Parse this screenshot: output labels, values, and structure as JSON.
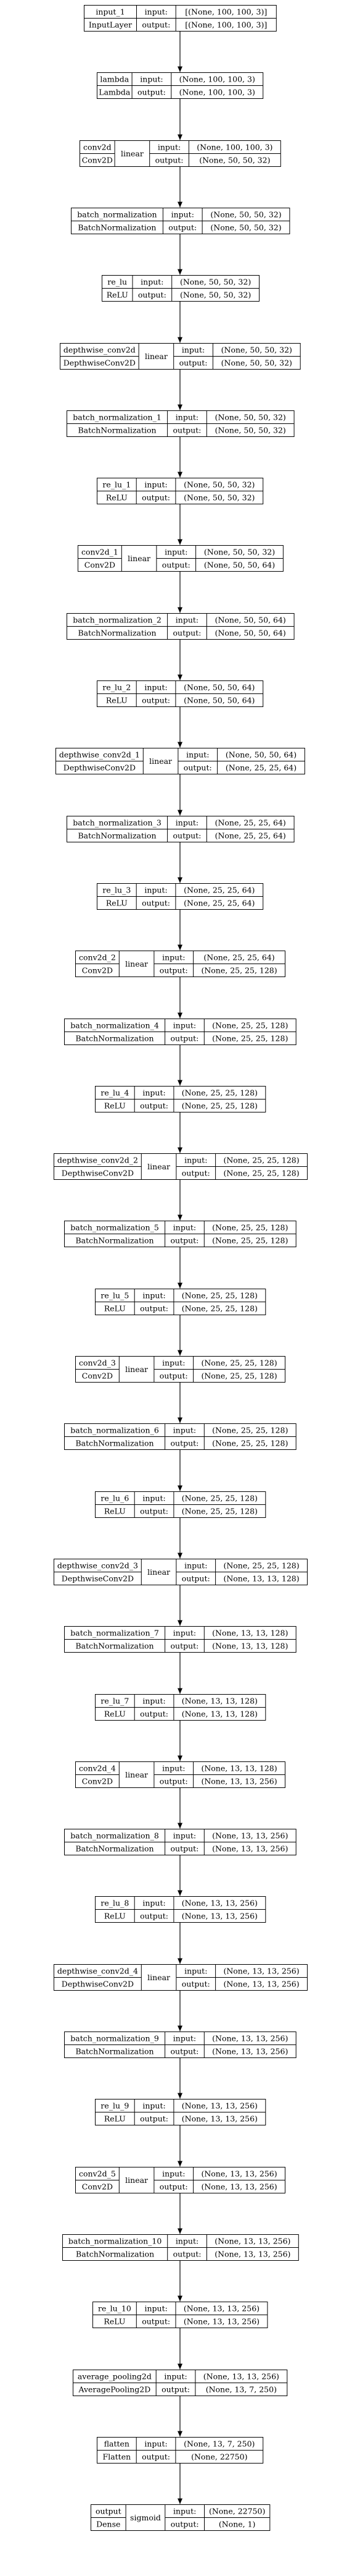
{
  "diagram": {
    "type": "keras-model-plot",
    "io_labels": {
      "input": "input:",
      "output": "output:"
    },
    "nodes": [
      {
        "name": "input_1",
        "class": "InputLayer",
        "input": "[(None, 100, 100, 3)]",
        "output": "[(None, 100, 100, 3)]"
      },
      {
        "name": "lambda",
        "class": "Lambda",
        "input": "(None, 100, 100, 3)",
        "output": "(None, 100, 100, 3)"
      },
      {
        "name": "conv2d",
        "class": "Conv2D",
        "activation": "linear",
        "input": "(None, 100, 100, 3)",
        "output": "(None, 50, 50, 32)"
      },
      {
        "name": "batch_normalization",
        "class": "BatchNormalization",
        "input": "(None, 50, 50, 32)",
        "output": "(None, 50, 50, 32)"
      },
      {
        "name": "re_lu",
        "class": "ReLU",
        "input": "(None, 50, 50, 32)",
        "output": "(None, 50, 50, 32)"
      },
      {
        "name": "depthwise_conv2d",
        "class": "DepthwiseConv2D",
        "activation": "linear",
        "input": "(None, 50, 50, 32)",
        "output": "(None, 50, 50, 32)"
      },
      {
        "name": "batch_normalization_1",
        "class": "BatchNormalization",
        "input": "(None, 50, 50, 32)",
        "output": "(None, 50, 50, 32)"
      },
      {
        "name": "re_lu_1",
        "class": "ReLU",
        "input": "(None, 50, 50, 32)",
        "output": "(None, 50, 50, 32)"
      },
      {
        "name": "conv2d_1",
        "class": "Conv2D",
        "activation": "linear",
        "input": "(None, 50, 50, 32)",
        "output": "(None, 50, 50, 64)"
      },
      {
        "name": "batch_normalization_2",
        "class": "BatchNormalization",
        "input": "(None, 50, 50, 64)",
        "output": "(None, 50, 50, 64)"
      },
      {
        "name": "re_lu_2",
        "class": "ReLU",
        "input": "(None, 50, 50, 64)",
        "output": "(None, 50, 50, 64)"
      },
      {
        "name": "depthwise_conv2d_1",
        "class": "DepthwiseConv2D",
        "activation": "linear",
        "input": "(None, 50, 50, 64)",
        "output": "(None, 25, 25, 64)"
      },
      {
        "name": "batch_normalization_3",
        "class": "BatchNormalization",
        "input": "(None, 25, 25, 64)",
        "output": "(None, 25, 25, 64)"
      },
      {
        "name": "re_lu_3",
        "class": "ReLU",
        "input": "(None, 25, 25, 64)",
        "output": "(None, 25, 25, 64)"
      },
      {
        "name": "conv2d_2",
        "class": "Conv2D",
        "activation": "linear",
        "input": "(None, 25, 25, 64)",
        "output": "(None, 25, 25, 128)"
      },
      {
        "name": "batch_normalization_4",
        "class": "BatchNormalization",
        "input": "(None, 25, 25, 128)",
        "output": "(None, 25, 25, 128)"
      },
      {
        "name": "re_lu_4",
        "class": "ReLU",
        "input": "(None, 25, 25, 128)",
        "output": "(None, 25, 25, 128)"
      },
      {
        "name": "depthwise_conv2d_2",
        "class": "DepthwiseConv2D",
        "activation": "linear",
        "input": "(None, 25, 25, 128)",
        "output": "(None, 25, 25, 128)"
      },
      {
        "name": "batch_normalization_5",
        "class": "BatchNormalization",
        "input": "(None, 25, 25, 128)",
        "output": "(None, 25, 25, 128)"
      },
      {
        "name": "re_lu_5",
        "class": "ReLU",
        "input": "(None, 25, 25, 128)",
        "output": "(None, 25, 25, 128)"
      },
      {
        "name": "conv2d_3",
        "class": "Conv2D",
        "activation": "linear",
        "input": "(None, 25, 25, 128)",
        "output": "(None, 25, 25, 128)"
      },
      {
        "name": "batch_normalization_6",
        "class": "BatchNormalization",
        "input": "(None, 25, 25, 128)",
        "output": "(None, 25, 25, 128)"
      },
      {
        "name": "re_lu_6",
        "class": "ReLU",
        "input": "(None, 25, 25, 128)",
        "output": "(None, 25, 25, 128)"
      },
      {
        "name": "depthwise_conv2d_3",
        "class": "DepthwiseConv2D",
        "activation": "linear",
        "input": "(None, 25, 25, 128)",
        "output": "(None, 13, 13, 128)"
      },
      {
        "name": "batch_normalization_7",
        "class": "BatchNormalization",
        "input": "(None, 13, 13, 128)",
        "output": "(None, 13, 13, 128)"
      },
      {
        "name": "re_lu_7",
        "class": "ReLU",
        "input": "(None, 13, 13, 128)",
        "output": "(None, 13, 13, 128)"
      },
      {
        "name": "conv2d_4",
        "class": "Conv2D",
        "activation": "linear",
        "input": "(None, 13, 13, 128)",
        "output": "(None, 13, 13, 256)"
      },
      {
        "name": "batch_normalization_8",
        "class": "BatchNormalization",
        "input": "(None, 13, 13, 256)",
        "output": "(None, 13, 13, 256)"
      },
      {
        "name": "re_lu_8",
        "class": "ReLU",
        "input": "(None, 13, 13, 256)",
        "output": "(None, 13, 13, 256)"
      },
      {
        "name": "depthwise_conv2d_4",
        "class": "DepthwiseConv2D",
        "activation": "linear",
        "input": "(None, 13, 13, 256)",
        "output": "(None, 13, 13, 256)"
      },
      {
        "name": "batch_normalization_9",
        "class": "BatchNormalization",
        "input": "(None, 13, 13, 256)",
        "output": "(None, 13, 13, 256)"
      },
      {
        "name": "re_lu_9",
        "class": "ReLU",
        "input": "(None, 13, 13, 256)",
        "output": "(None, 13, 13, 256)"
      },
      {
        "name": "conv2d_5",
        "class": "Conv2D",
        "activation": "linear",
        "input": "(None, 13, 13, 256)",
        "output": "(None, 13, 13, 256)"
      },
      {
        "name": "batch_normalization_10",
        "class": "BatchNormalization",
        "input": "(None, 13, 13, 256)",
        "output": "(None, 13, 13, 256)"
      },
      {
        "name": "re_lu_10",
        "class": "ReLU",
        "input": "(None, 13, 13, 256)",
        "output": "(None, 13, 13, 256)"
      },
      {
        "name": "average_pooling2d",
        "class": "AveragePooling2D",
        "input": "(None, 13, 13, 256)",
        "output": "(None, 13, 7, 250)"
      },
      {
        "name": "flatten",
        "class": "Flatten",
        "input": "(None, 13, 7, 250)",
        "output": "(None, 22750)"
      },
      {
        "name": "output",
        "class": "Dense",
        "activation": "sigmoid",
        "input": "(None, 22750)",
        "output": "(None, 1)"
      }
    ]
  }
}
